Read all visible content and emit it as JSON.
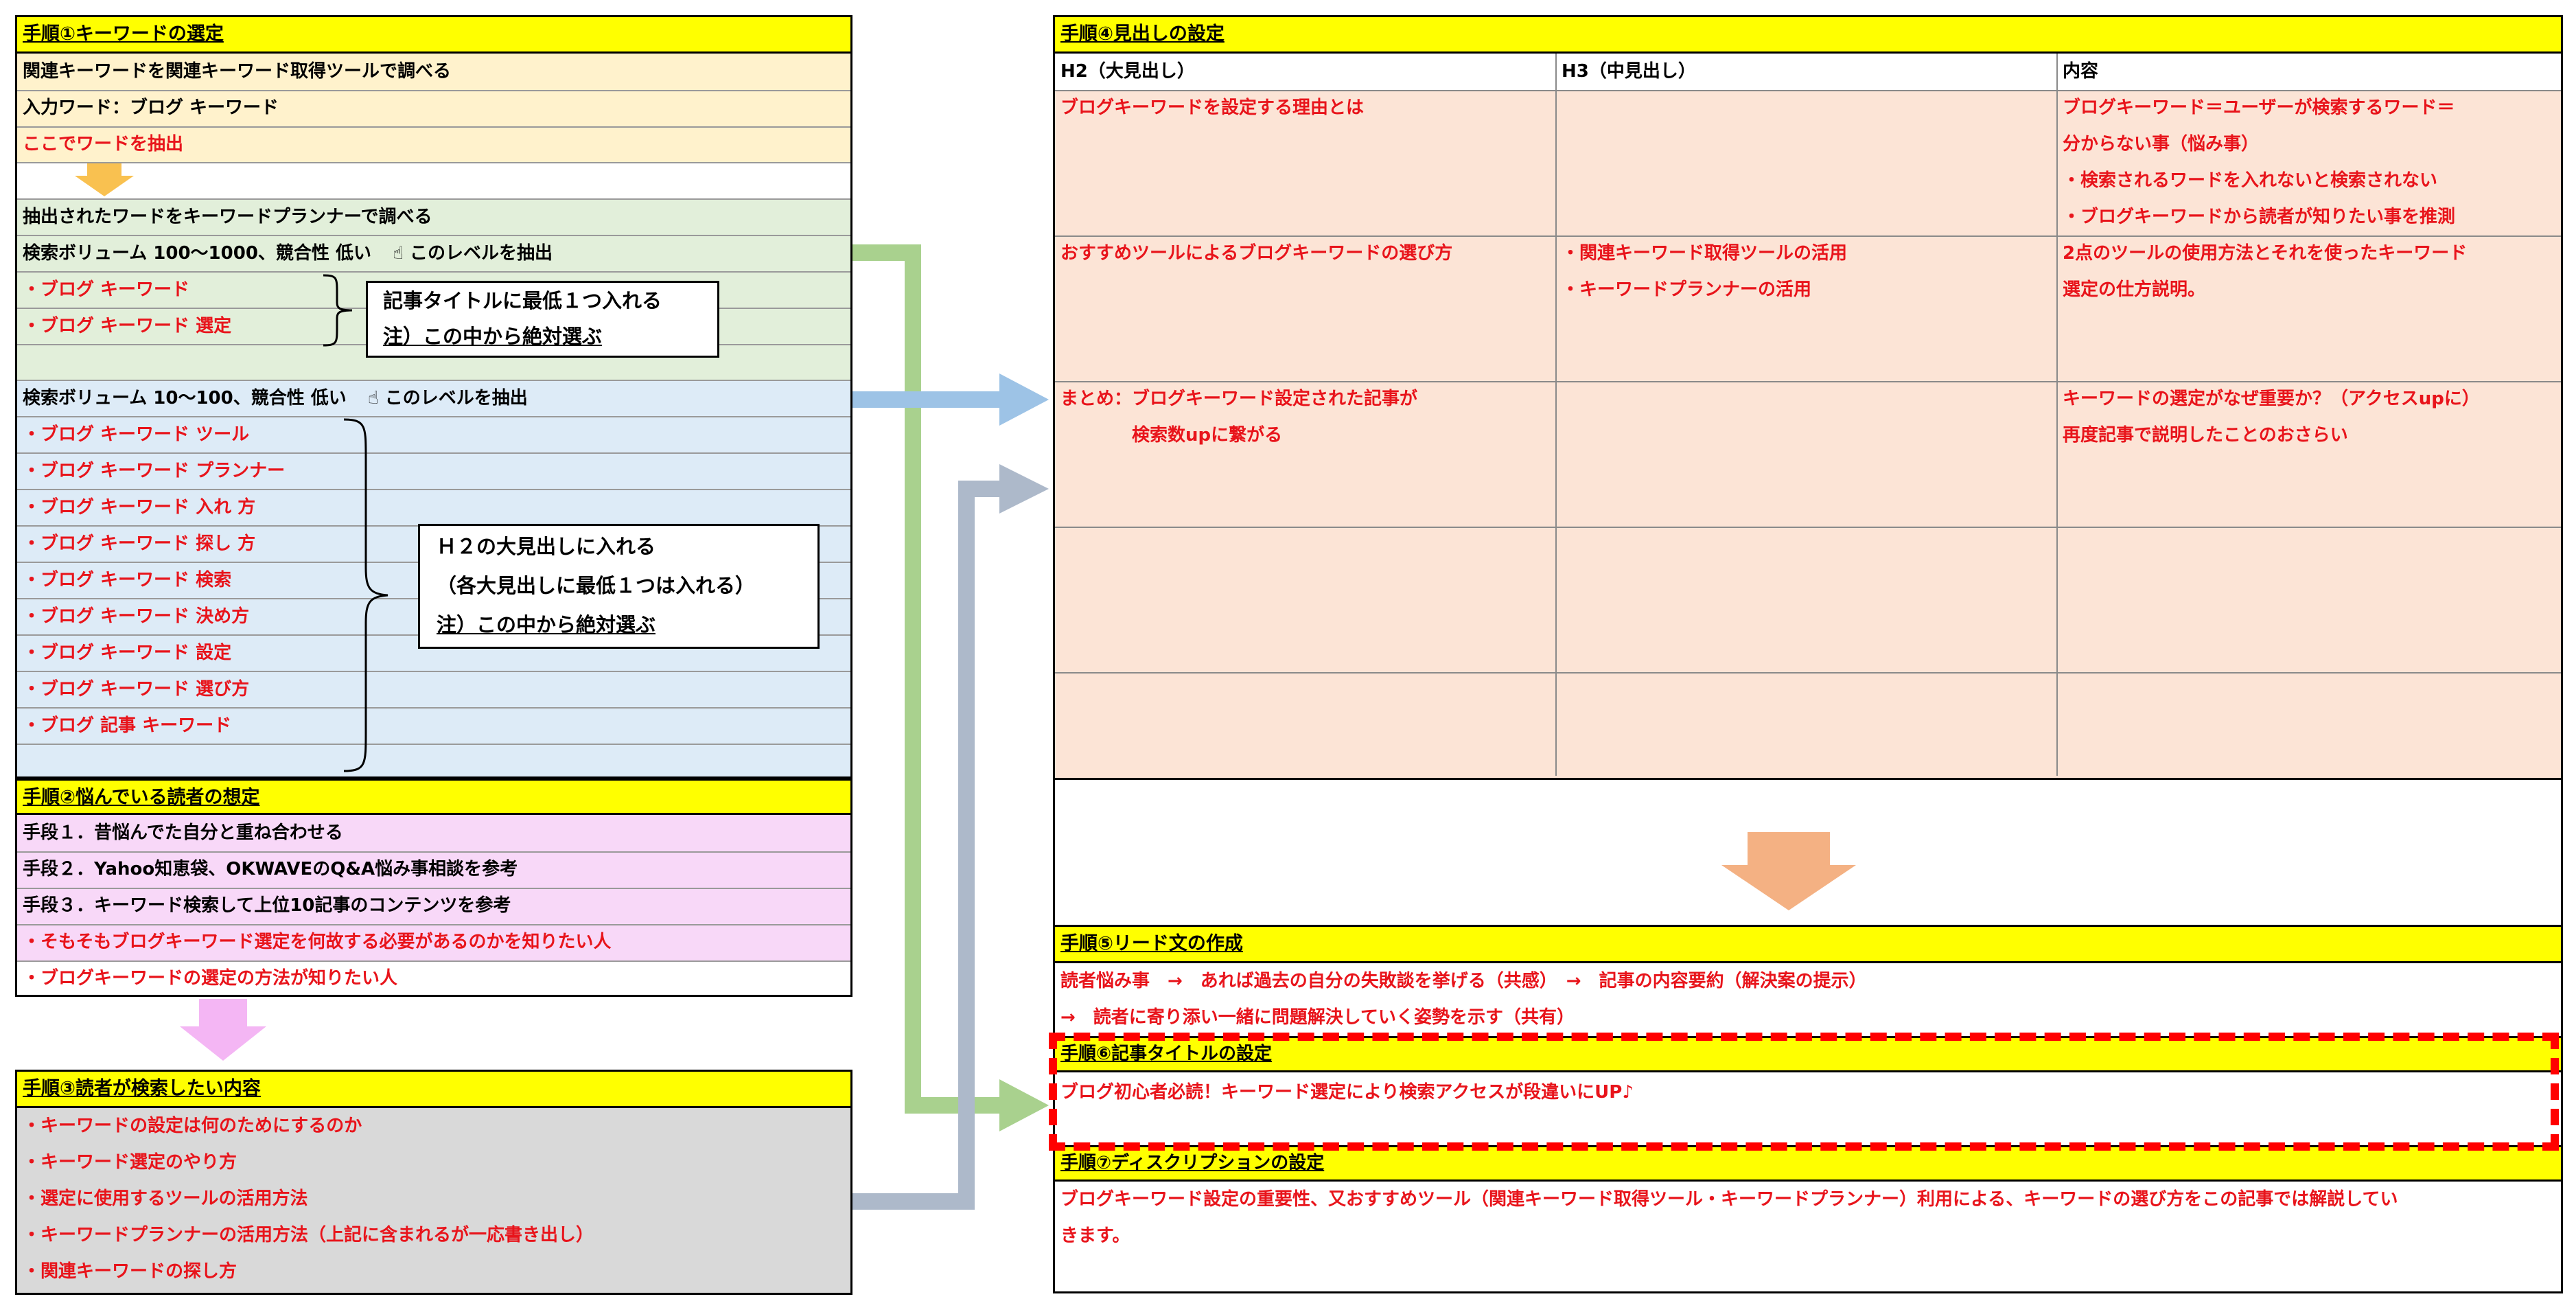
{
  "step1": {
    "title": "手順①キーワードの選定",
    "intro": [
      "関連キーワードを関連キーワード取得ツールで調べる",
      "入力ワード：ブログ キーワード"
    ],
    "extract_note": "ここでワードを抽出",
    "planner_line": "抽出されたワードをキーワードプランナーで調べる",
    "level1_line": "検索ボリューム 100～1000、競合性 低い",
    "level1_tag": "このレベルを抽出",
    "level1_words": [
      "・ブログ キーワード",
      "・ブログ キーワード 選定"
    ],
    "level1_note": [
      "記事タイトルに最低１つ入れる",
      "注）この中から絶対選ぶ"
    ],
    "level2_line": "検索ボリューム 10～100、競合性 低い",
    "level2_tag": "このレベルを抽出",
    "level2_words": [
      "・ブログ キーワード ツール",
      "・ブログ キーワード プランナー",
      "・ブログ キーワード 入れ 方",
      "・ブログ キーワード 探し 方",
      "・ブログ キーワード 検索",
      "・ブログ キーワード 決め方",
      "・ブログ キーワード 設定",
      "・ブログ キーワード 選び方",
      "・ブログ 記事 キーワード"
    ],
    "level2_note": [
      "Ｈ２の大見出しに入れる",
      "（各大見出しに最低１つは入れる）",
      "注）この中から絶対選ぶ"
    ]
  },
  "step2": {
    "title": "手順②悩んでいる読者の想定",
    "means": [
      "手段１．昔悩んでた自分と重ね合わせる",
      "手段２．Yahoo知恵袋、OKWAVEのQ&A悩み事相談を参考",
      "手段３．キーワード検索して上位10記事のコンテンツを参考"
    ],
    "readers": [
      "・そもそもブログキーワード選定を何故する必要があるのかを知りたい人",
      "・ブログキーワードの選定の方法が知りたい人"
    ]
  },
  "step3": {
    "title": "手順③読者が検索したい内容",
    "items": [
      "・キーワードの設定は何のためにするのか",
      "・キーワード選定のやり方",
      "・選定に使用するツールの活用方法",
      "・キーワードプランナーの活用方法（上記に含まれるが一応書き出し）",
      "・関連キーワードの探し方"
    ]
  },
  "step4": {
    "title": "手順④見出しの設定",
    "columns": [
      "H2（大見出し）",
      "H3（中見出し）",
      "内容"
    ],
    "rows": [
      {
        "h2": [
          "ブログキーワードを設定する理由とは"
        ],
        "h3": [],
        "content": [
          "ブログキーワード＝ユーザーが検索するワード＝",
          "分からない事（悩み事）",
          "・検索されるワードを入れないと検索されない",
          "・ブログキーワードから読者が知りたい事を推測"
        ]
      },
      {
        "h2": [
          "おすすめツールによるブログキーワードの選び方"
        ],
        "h3": [
          "・関連キーワード取得ツールの活用",
          "・キーワードプランナーの活用"
        ],
        "content": [
          "2点のツールの使用方法とそれを使ったキーワード",
          "選定の仕方説明。"
        ]
      },
      {
        "h2": [
          "まとめ：ブログキーワード設定された記事が",
          "　　　　検索数upに繋がる"
        ],
        "h3": [],
        "content": [
          "キーワードの選定がなぜ重要か？（アクセスupに）",
          "再度記事で説明したことのおさらい"
        ]
      }
    ]
  },
  "step5": {
    "title": "手順⑤リード文の作成",
    "lines": [
      "読者悩み事　→　あれば過去の自分の失敗談を挙げる（共感）　→　記事の内容要約（解決案の提示）",
      "→　読者に寄り添い一緒に問題解決していく姿勢を示す（共有）"
    ]
  },
  "step6": {
    "title": "手順⑥記事タイトルの設定",
    "text": "ブログ初心者必読！キーワード選定により検索アクセスが段違いにUP♪"
  },
  "step7": {
    "title": "手順⑦ディスクリプションの設定",
    "lines": [
      "ブログキーワード設定の重要性、又おすすめツール（関連キーワード取得ツール・キーワードプランナー）利用による、キーワードの選び方をこの記事では解説してい",
      "きます。"
    ]
  },
  "colors": {
    "header_yellow": "#ffff00",
    "red_text": "#e8141b",
    "step1_top_bg": "#fff2cc",
    "step1_green_bg": "#e2efda",
    "step1_blue_bg": "#ddebf7",
    "step2_bg": "#f8d8f8",
    "step3_bg": "#d9d9d9",
    "step4_bg": "#fce4d6",
    "arrow_green": "#a9d18e",
    "arrow_blue": "#9dc3e6",
    "arrow_gray": "#adb9ca",
    "arrow_orange": "#f4b183",
    "arrow_pink": "#f4b6f4",
    "dashed_red": "#ff0000"
  }
}
